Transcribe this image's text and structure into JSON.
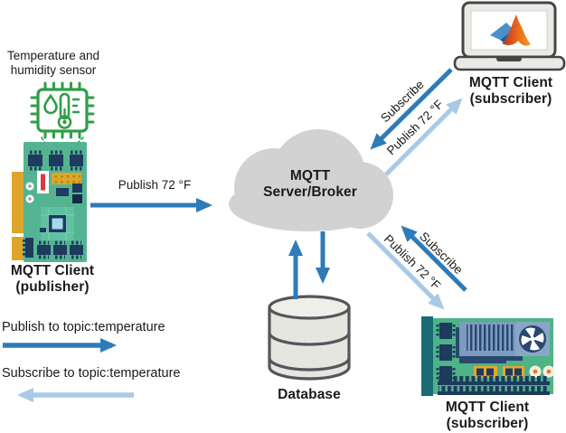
{
  "nodes": {
    "sensor": {
      "line1": "Temperature and",
      "line2": "humidity sensor"
    },
    "publisher": {
      "line1": "MQTT Client",
      "line2": "(publisher)"
    },
    "broker": {
      "line1": "MQTT",
      "line2": "Server/Broker"
    },
    "subscriber_laptop": {
      "line1": "MQTT Client",
      "line2": "(subscriber)"
    },
    "subscriber_board": {
      "line1": "MQTT Client",
      "line2": "(subscriber)"
    },
    "database": {
      "label": "Database"
    }
  },
  "edges": {
    "publish_main": "Publish 72 °F",
    "subscribe_top": "Subscribe",
    "publish_top": "Publish 72 °F",
    "subscribe_bottom": "Subscribe",
    "publish_bottom": "Publish 72 °F"
  },
  "legend": {
    "publish": "Publish to topic:temperature",
    "subscribe": "Subscribe to topic:temperature"
  },
  "icons": {
    "sensor": "temperature-humidity-chip-icon",
    "publisher": "circuit-board-icon",
    "broker": "cloud-icon",
    "subscriber_laptop": "laptop-matlab-icon",
    "subscriber_board": "motherboard-icon",
    "database": "database-cylinder-icon"
  },
  "colors": {
    "publish_arrow": "#2e7bb8",
    "subscribe_arrow": "#a9c9e4",
    "cloud_fill": "#d2d2d2",
    "sensor_green": "#2f9e48",
    "board_green": "#54b492",
    "board_green_2": "#4eb385",
    "chip_navy": "#1e3a5f",
    "gold": "#dda529",
    "teal_dark": "#1a6b74",
    "gpu_blue": "#7e9cc0",
    "db_fill": "#e6e6e1",
    "db_stroke": "#55565a",
    "text": "#1a1a1a"
  }
}
